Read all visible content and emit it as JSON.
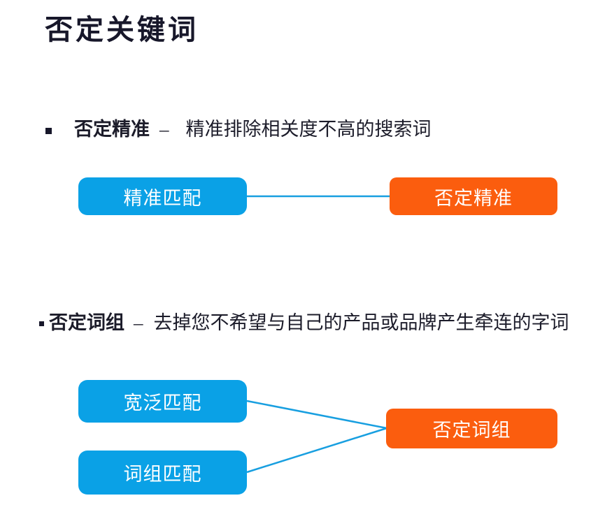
{
  "slide": {
    "title": "否定关键词",
    "colors": {
      "node_blue": "#0aa1e6",
      "node_orange": "#fb5d0e",
      "connector_blue": "#189fe0",
      "text_dark": "#17172a"
    },
    "sections": [
      {
        "heading": "否定精准",
        "separator": "–",
        "description": "精准排除相关度不高的搜索词",
        "diagram": {
          "sources": [
            "精准匹配"
          ],
          "target": "否定精准"
        }
      },
      {
        "heading": "否定词组",
        "separator": "–",
        "description": "去掉您不希望与自己的产品或品牌产生牵连的字词",
        "diagram": {
          "sources": [
            "宽泛匹配",
            "词组匹配"
          ],
          "target": "否定词组"
        }
      }
    ]
  }
}
